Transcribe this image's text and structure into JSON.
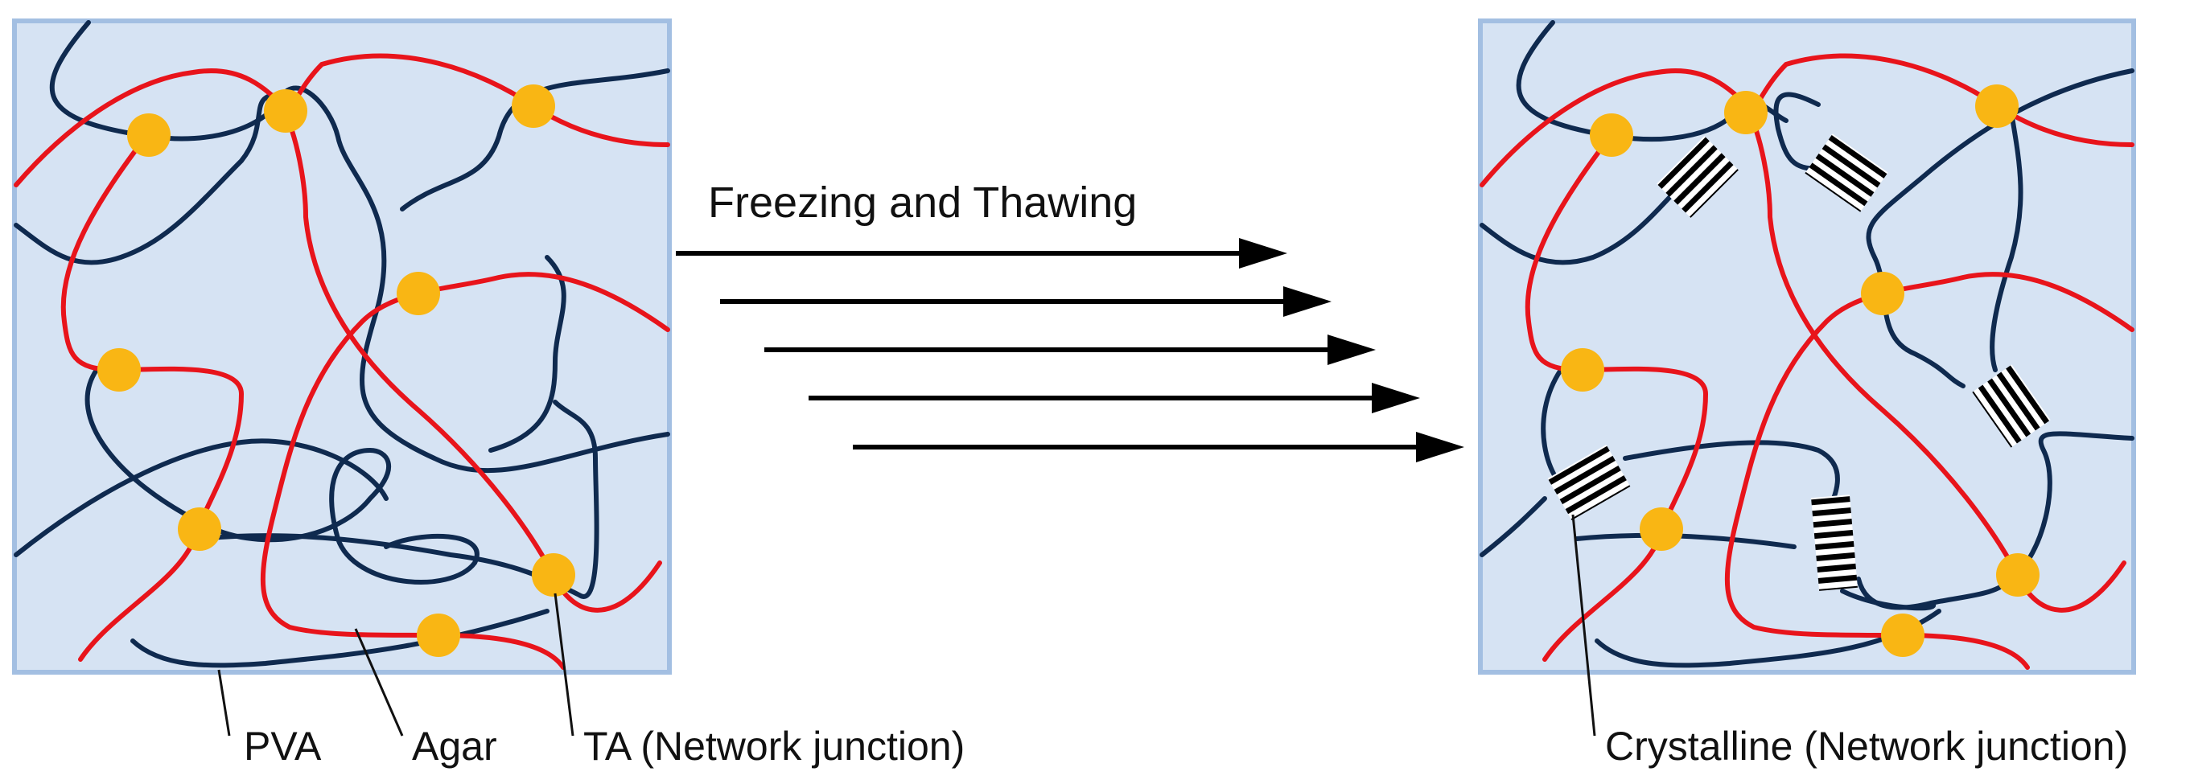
{
  "process": {
    "label": "Freezing and Thawing"
  },
  "left_panel": {
    "labels": {
      "pva": "PVA",
      "agar": "Agar",
      "ta": "TA (Network junction)"
    }
  },
  "right_panel": {
    "labels": {
      "crystalline": "Crystalline (Network junction)"
    }
  },
  "colors": {
    "panel_fill": "#d6e3f3",
    "panel_border": "#a3bfe2",
    "pva_chain": "#0f2a4f",
    "agar_chain": "#e8141b",
    "ta_junction": "#f9b614",
    "arrow": "#000000",
    "crystal_stripe": "#000000"
  }
}
